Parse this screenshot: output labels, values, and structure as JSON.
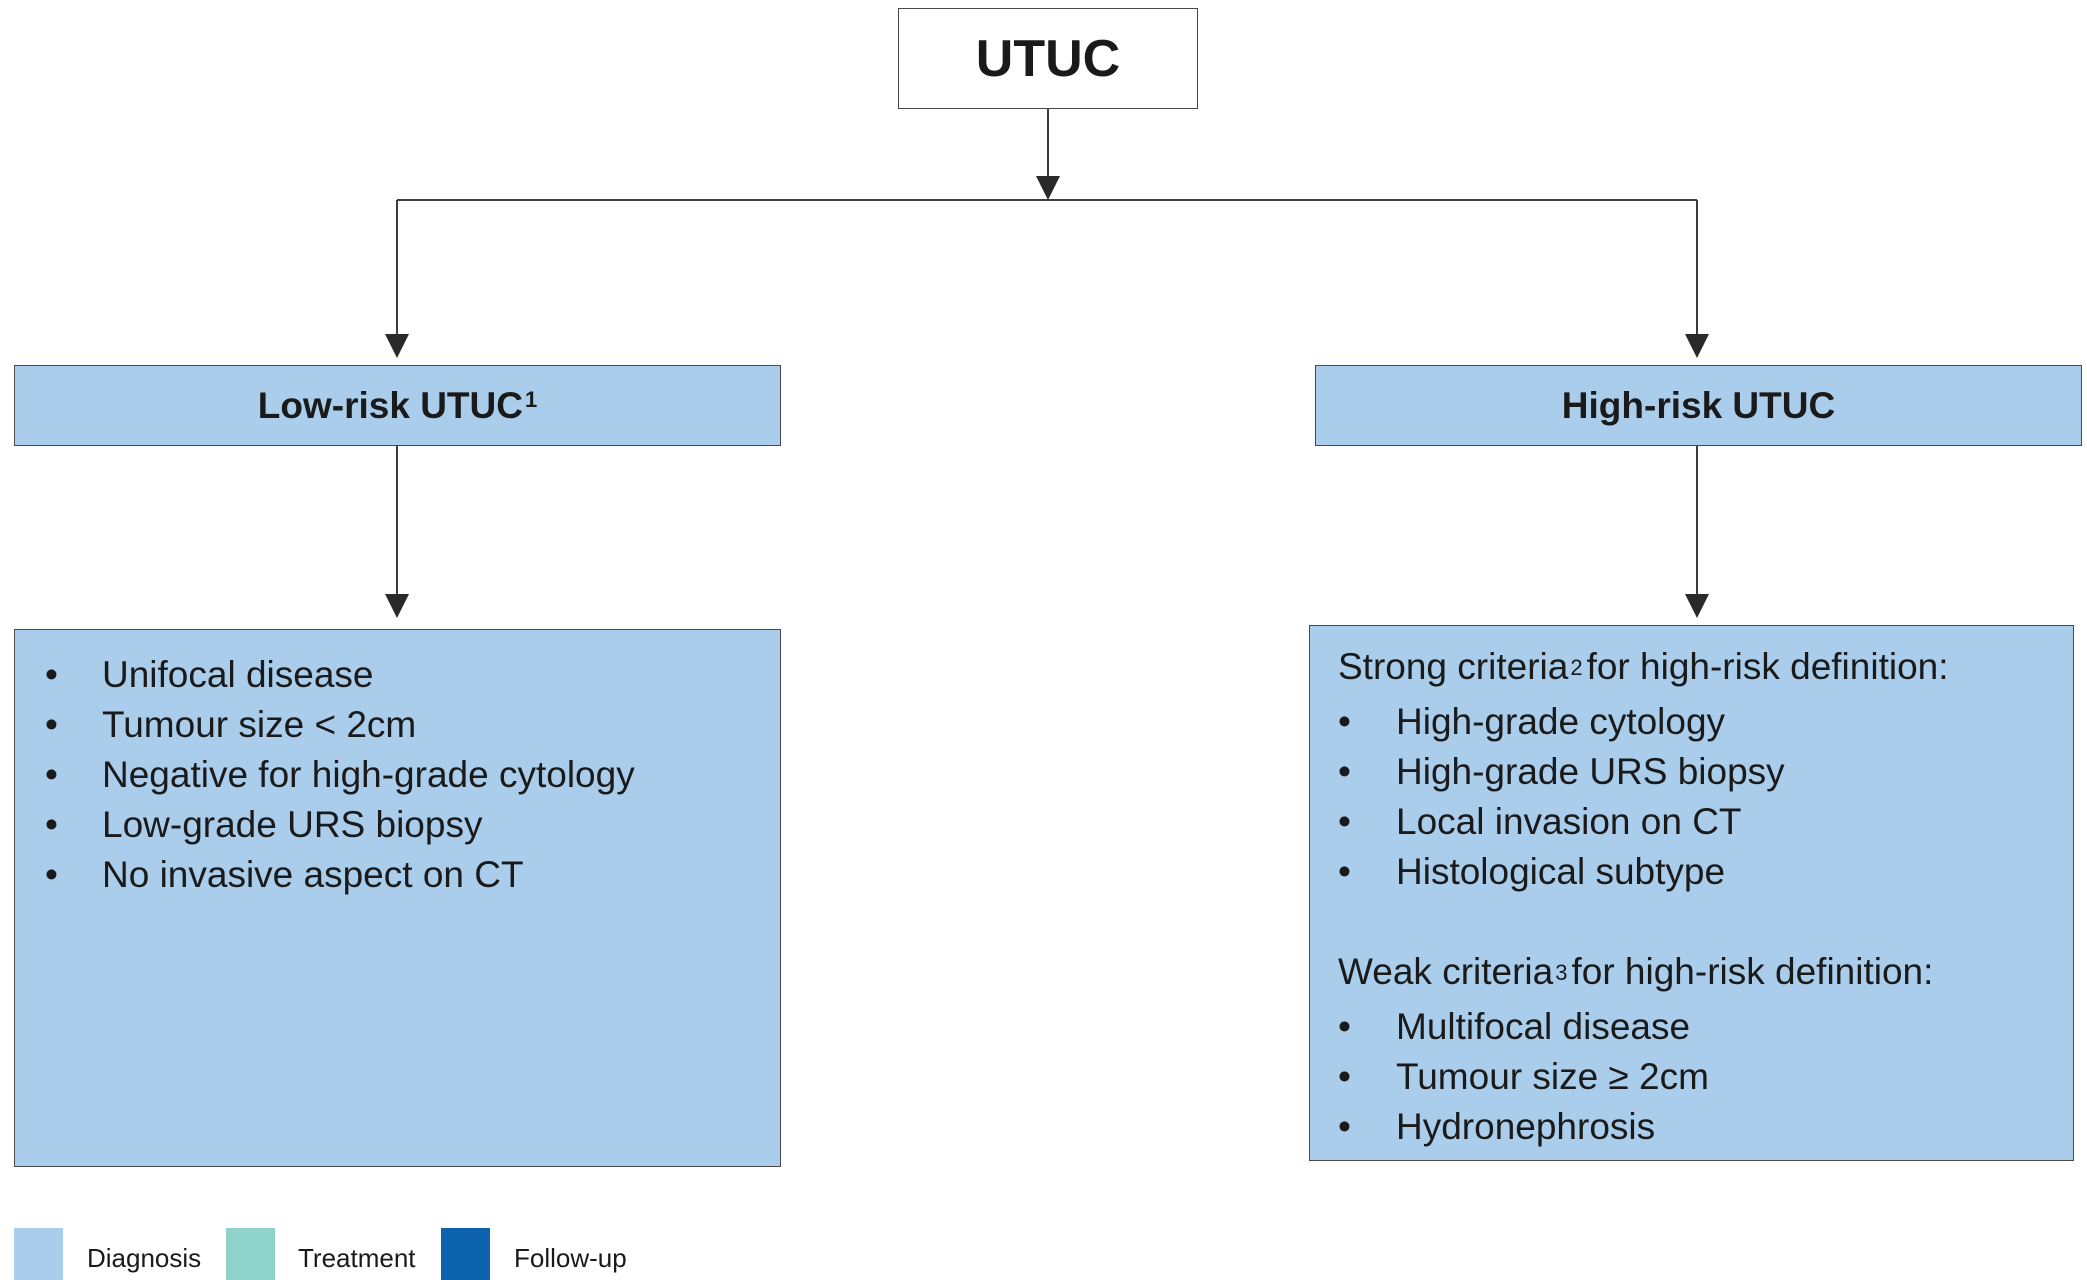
{
  "colors": {
    "diagnosis": "#a9cdeb",
    "treatment": "#8fd3cb",
    "follow_up": "#0d63ad",
    "line": "#3c3c3c"
  },
  "root": {
    "label": "UTUC"
  },
  "low_risk": {
    "title": "Low-risk UTUC",
    "footnote": "1",
    "items": [
      "Unifocal disease",
      "Tumour size < 2cm",
      "Negative for high-grade cytology",
      "Low-grade URS biopsy",
      "No invasive aspect on CT"
    ]
  },
  "high_risk": {
    "title": "High-risk UTUC",
    "strong": {
      "before": "Strong criteria",
      "footnote": "2",
      "after": "for high-risk definition:",
      "items": [
        "High-grade cytology",
        "High-grade URS biopsy",
        "Local invasion on CT",
        "Histological subtype"
      ]
    },
    "weak": {
      "before": "Weak criteria",
      "footnote": "3",
      "after": "for high-risk definition:",
      "items": [
        "Multifocal disease",
        "Tumour size ≥ 2cm",
        "Hydronephrosis"
      ]
    }
  },
  "legend": [
    {
      "label": "Diagnosis",
      "color": "#a9cdeb"
    },
    {
      "label": "Treatment",
      "color": "#8fd3cb"
    },
    {
      "label": "Follow-up",
      "color": "#0d63ad"
    }
  ]
}
